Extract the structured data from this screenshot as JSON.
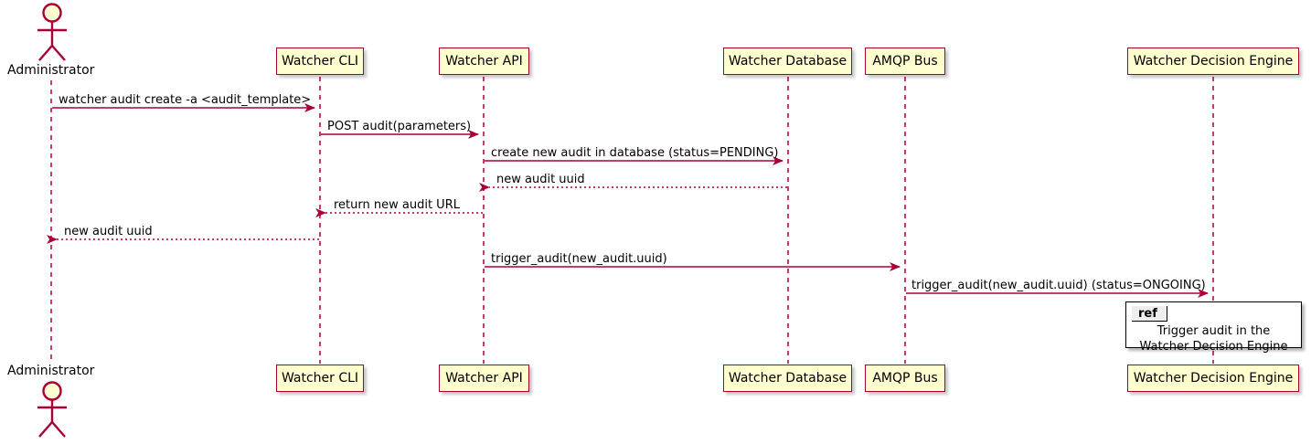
{
  "diagram": {
    "title": "Watcher audit creation sequence diagram",
    "type": "uml-sequence-diagram",
    "colors": {
      "participant_fill": "#FEFECE",
      "participant_border": "#A80036",
      "arrow": "#A80036",
      "lifeline": "#A80036",
      "text": "#000000",
      "ref_fill": "#FFFFFF",
      "ref_border": "#000000",
      "ref_tab_fill": "#EEEEEE"
    }
  },
  "actors": [
    {
      "id": "administrator",
      "label": "Administrator",
      "kind": "actor"
    }
  ],
  "participants": [
    {
      "id": "watcher-cli",
      "label": "Watcher CLI",
      "kind": "participant"
    },
    {
      "id": "watcher-api",
      "label": "Watcher API",
      "kind": "participant"
    },
    {
      "id": "watcher-database",
      "label": "Watcher Database",
      "kind": "participant"
    },
    {
      "id": "amqp-bus",
      "label": "AMQP Bus",
      "kind": "participant"
    },
    {
      "id": "watcher-decision-engine",
      "label": "Watcher Decision Engine",
      "kind": "participant"
    }
  ],
  "messages": [
    {
      "index": 1,
      "label": "watcher audit create -a <audit_template>",
      "from": "administrator",
      "to": "watcher-cli",
      "style": "solid",
      "direction": "right"
    },
    {
      "index": 2,
      "label": "POST audit(parameters)",
      "from": "watcher-cli",
      "to": "watcher-api",
      "style": "solid",
      "direction": "right"
    },
    {
      "index": 3,
      "label": "create new audit in database (status=PENDING)",
      "from": "watcher-api",
      "to": "watcher-database",
      "style": "solid",
      "direction": "right"
    },
    {
      "index": 4,
      "label": "new audit uuid",
      "from": "watcher-database",
      "to": "watcher-api",
      "style": "dotted",
      "direction": "left"
    },
    {
      "index": 5,
      "label": "return new audit URL",
      "from": "watcher-api",
      "to": "watcher-cli",
      "style": "dotted",
      "direction": "left"
    },
    {
      "index": 6,
      "label": "new audit uuid",
      "from": "watcher-cli",
      "to": "administrator",
      "style": "dotted",
      "direction": "left"
    },
    {
      "index": 7,
      "label": "trigger_audit(new_audit.uuid)",
      "from": "watcher-api",
      "to": "amqp-bus",
      "style": "solid",
      "direction": "right"
    },
    {
      "index": 8,
      "label": "trigger_audit(new_audit.uuid) (status=ONGOING)",
      "from": "amqp-bus",
      "to": "watcher-decision-engine",
      "style": "solid",
      "direction": "right"
    }
  ],
  "ref_fragment": {
    "keyword": "ref",
    "lines": [
      "Trigger audit in the",
      "Watcher Decision Engine"
    ],
    "over": "watcher-decision-engine"
  }
}
